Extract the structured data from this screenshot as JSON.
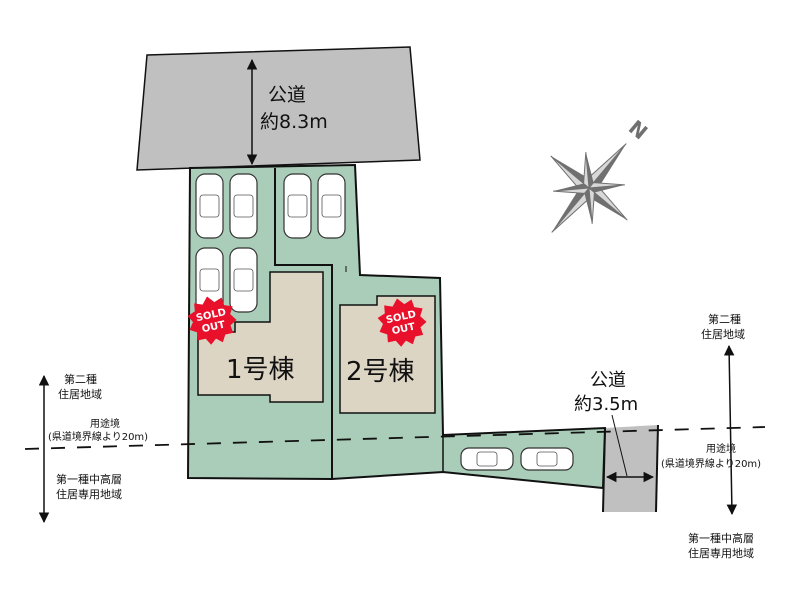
{
  "top_road": {
    "label": "公道",
    "width": "約8.3m"
  },
  "side_road": {
    "label": "公道",
    "width": "約3.5m"
  },
  "lots": [
    {
      "label": "1号棟",
      "status": [
        "SOLD",
        "OUT"
      ]
    },
    {
      "label": "2号棟",
      "status": [
        "SOLD",
        "OUT"
      ]
    }
  ],
  "compass": {
    "north_label": "N"
  },
  "zoning_left": {
    "upper": [
      "第二種",
      "住居地域"
    ],
    "boundary": [
      "用途境",
      "(県道境界線より20m)"
    ],
    "lower": [
      "第一種中高層",
      "住居専用地域"
    ]
  },
  "zoning_right": {
    "upper": [
      "第二種",
      "住居地域"
    ],
    "boundary": [
      "用途境",
      "(県道境界線より20m)"
    ],
    "lower": [
      "第一種中高層",
      "住居専用地域"
    ]
  },
  "colors": {
    "lot": "#a9cdb8",
    "house": "#ddd5c4",
    "road": "#c0c0c0",
    "sold": "#e8102a",
    "compass": "#707070"
  }
}
